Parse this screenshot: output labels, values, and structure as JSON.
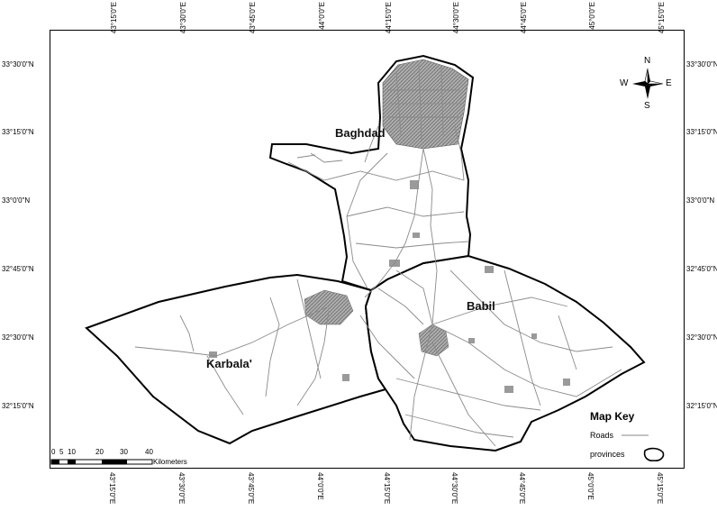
{
  "map": {
    "labels": {
      "baghdad": "Baghdad",
      "babil": "Babil",
      "karbala": "Karbala'"
    },
    "longitude_ticks": [
      "43°15'0\"E",
      "43°30'0\"E",
      "43°45'0\"E",
      "44°0'0\"E",
      "44°15'0\"E",
      "44°30'0\"E",
      "44°45'0\"E",
      "45°0'0\"E",
      "45°15'0\"E"
    ],
    "latitude_ticks": [
      "33°30'0\"N",
      "33°15'0\"N",
      "33°0'0\"N",
      "32°45'0\"N",
      "32°30'0\"N",
      "32°15'0\"N"
    ],
    "compass": {
      "n": "N",
      "s": "S",
      "e": "E",
      "w": "W"
    },
    "key": {
      "title": "Map Key",
      "roads": "Roads",
      "provinces": "provinces"
    },
    "scale": {
      "numbers": [
        "0",
        "5",
        "10",
        "20",
        "30",
        "40"
      ],
      "unit": "Kilometers"
    },
    "colors": {
      "boundary": "#000000",
      "roads": "#8a8a8a",
      "urban": "#9a9a9a"
    }
  }
}
